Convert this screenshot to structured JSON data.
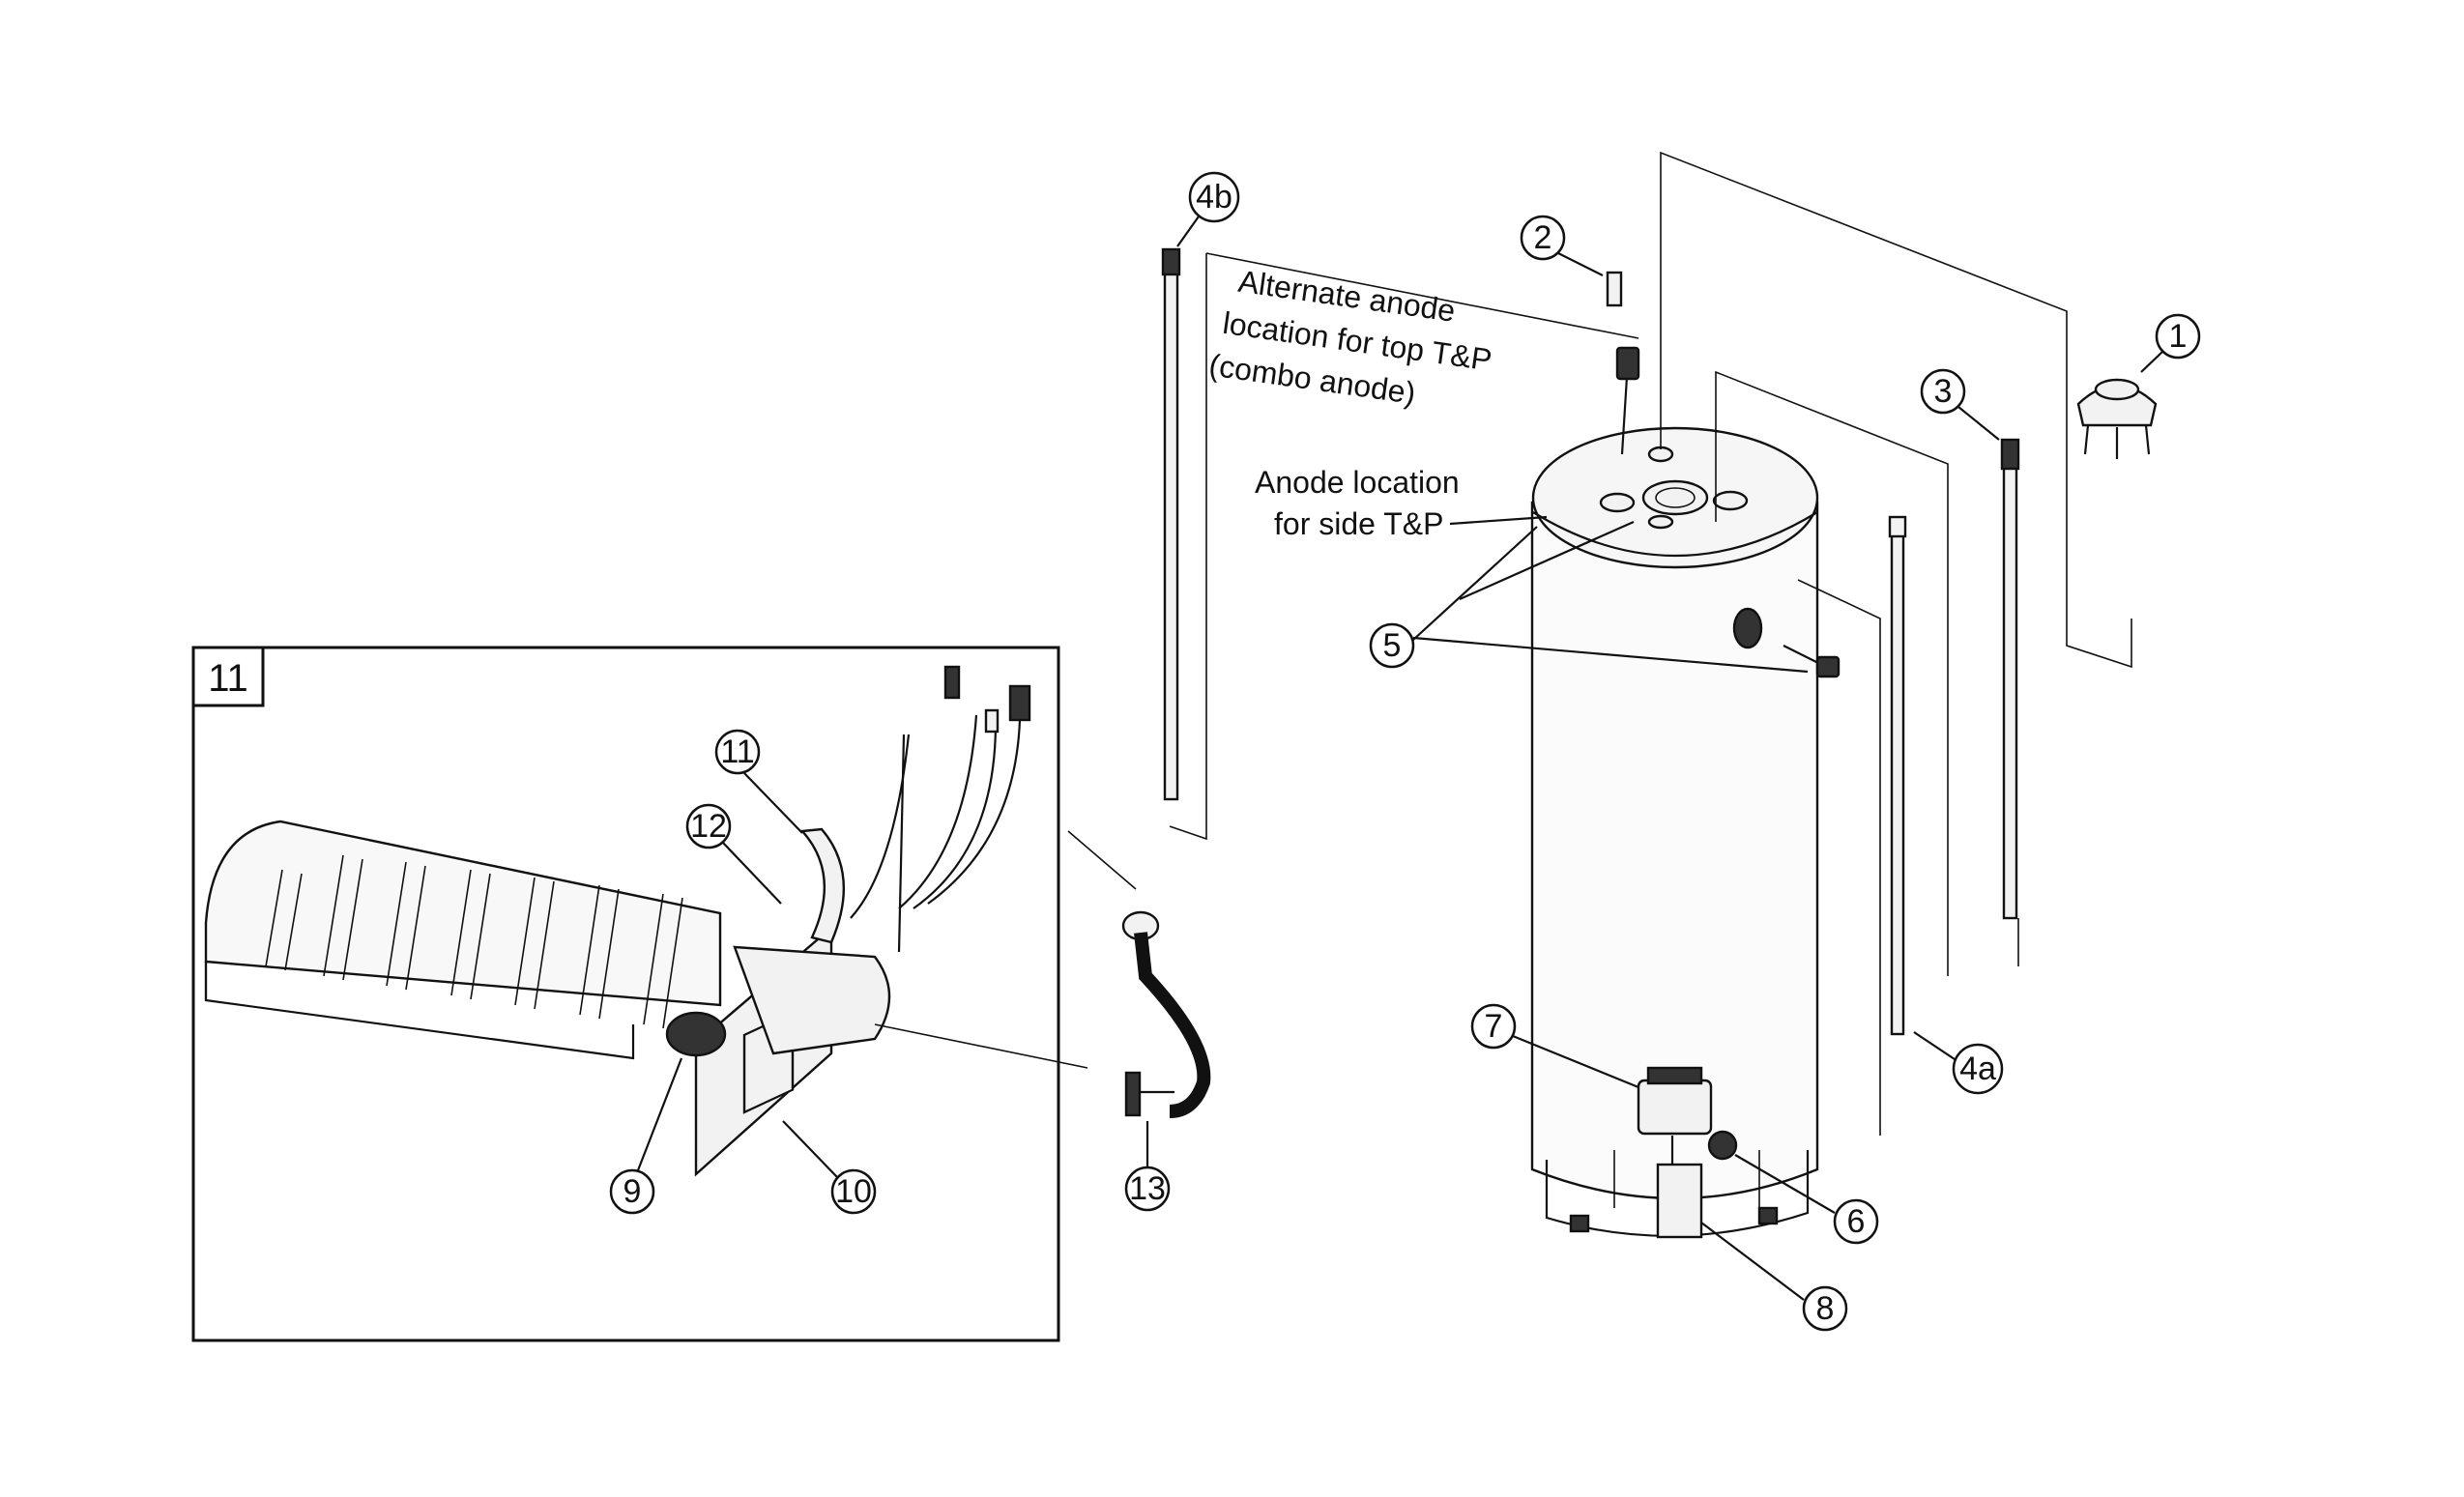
{
  "inset": {
    "label": "11"
  },
  "notes": {
    "alternate_anode": [
      "Alternate anode",
      "location for top T&P",
      "(combo anode)"
    ],
    "anode_side": [
      "Anode location",
      "for side T&P"
    ]
  },
  "callouts": [
    {
      "id": "1",
      "name": "callout-1"
    },
    {
      "id": "2",
      "name": "callout-2"
    },
    {
      "id": "3",
      "name": "callout-3"
    },
    {
      "id": "4a",
      "name": "callout-4a"
    },
    {
      "id": "4b",
      "name": "callout-4b"
    },
    {
      "id": "5",
      "name": "callout-5"
    },
    {
      "id": "6",
      "name": "callout-6"
    },
    {
      "id": "7",
      "name": "callout-7"
    },
    {
      "id": "8",
      "name": "callout-8"
    },
    {
      "id": "9",
      "name": "callout-9"
    },
    {
      "id": "10",
      "name": "callout-10"
    },
    {
      "id": "11",
      "name": "callout-11"
    },
    {
      "id": "12",
      "name": "callout-12"
    },
    {
      "id": "13",
      "name": "callout-13"
    }
  ]
}
